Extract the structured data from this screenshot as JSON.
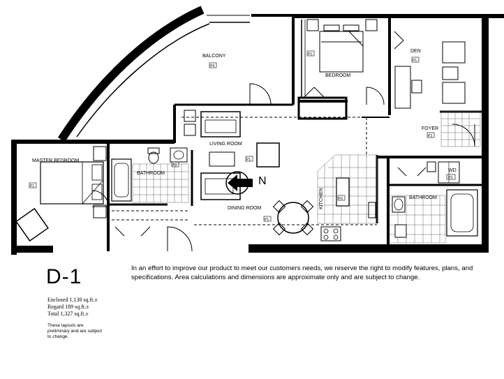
{
  "rooms": {
    "balcony": "BALCONY",
    "bedroom": "BEDROOM",
    "den": "DEN",
    "foyer": "FOYER",
    "master_bedroom": "MASTER BEDROOM",
    "bathroom_left": "BATHROOM",
    "living_room": "LIVING ROOM",
    "dining_room": "DINING ROOM",
    "kitchen": "KITCHEN",
    "wd": "WD",
    "bathroom_right": "BATHROOM"
  },
  "tags": {
    "balcony": "P4",
    "bedroom": "P1",
    "den": "P1",
    "foyer": "P2",
    "master_bedroom": "P1",
    "bathroom_left": "P3",
    "living_room": "P1",
    "dining_room": "P1",
    "kitchen": "P2",
    "wd": "P3"
  },
  "north_label": "N",
  "unit_name": "D-1",
  "disclaimer": "In an effort to improve our product to meet our customers needs, we reserve the right to modify features, plans, and specifications. Area calculations and dimensions are approximate only and are subject to change.",
  "areas": {
    "enclosed": "Enclosed 1,138 sq.ft.±",
    "regard": "Regard 189 sq.ft.±",
    "total": "Total 1,327 sq.ft.±"
  },
  "prelim_note": "These layouts are preliminary and are subject to change."
}
